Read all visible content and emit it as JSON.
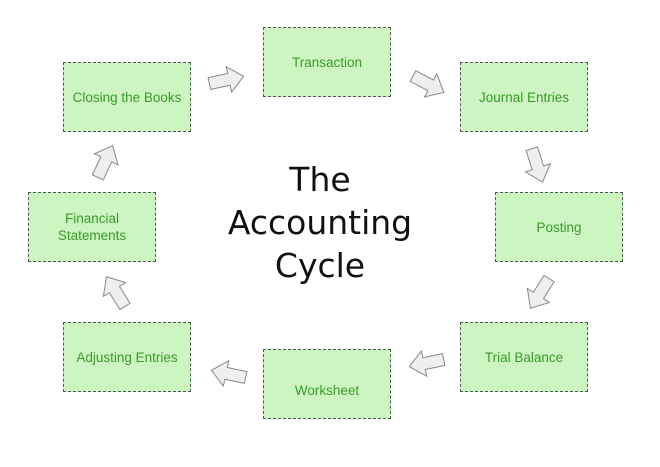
{
  "title": {
    "line1": "The",
    "line2": "Accounting",
    "line3": "Cycle"
  },
  "colors": {
    "box_fill": "#cdf5c1",
    "box_border": "#555555",
    "box_text": "#3a9a2a",
    "arrow_fill": "#efefef",
    "arrow_stroke": "#888888"
  },
  "steps": [
    {
      "label": "Transaction"
    },
    {
      "label": "Journal Entries"
    },
    {
      "label": "Posting"
    },
    {
      "label": "Trial Balance"
    },
    {
      "label": "Worksheet"
    },
    {
      "label": "Adjusting Entries"
    },
    {
      "label": "Financial Statements"
    },
    {
      "label": "Closing the Books"
    }
  ]
}
